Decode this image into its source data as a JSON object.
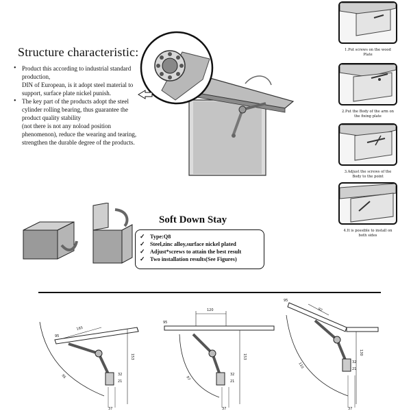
{
  "structure": {
    "title": "Structure characteristic:",
    "items": [
      "Product this according to industrial standard production,\nDIN of European, is it adopt steel material to support, surface plate nickel punish.",
      "The key part of the products adopt the steel cylinder rolling bearing, thus guarantee the product quality stability\n(not there is not any noload position phenomenon), reduce the wearing and tearing, strengthen the durable degree of the products."
    ]
  },
  "product": {
    "title": "Soft Down Stay",
    "features": [
      "Type:Q8",
      "Steel,zinc alloy,surface nickel plated",
      "Adjust*screws to attain the best result",
      "Two installation results(See Figures)"
    ]
  },
  "steps": [
    "1.Put screws on the wood Plate",
    "2.Put the Body of the arm on the fixing plate",
    "3.Adjust the screws of the Body to the point",
    "4.It is possible to install on both sides"
  ],
  "dimensions": {
    "fig1": {
      "top": "165",
      "side": "153",
      "arc": "95",
      "small1": "32",
      "small2": "21",
      "bottom": "37",
      "corner": "95"
    },
    "fig2": {
      "top": "120",
      "side": "153",
      "arc": "97",
      "small1": "32",
      "small2": "21",
      "bottom": "37",
      "corner": "95"
    },
    "fig3": {
      "top": "92",
      "side": "130",
      "arc": "110",
      "small1": "32",
      "small2": "21",
      "bottom": "37",
      "corner": "95"
    }
  }
}
